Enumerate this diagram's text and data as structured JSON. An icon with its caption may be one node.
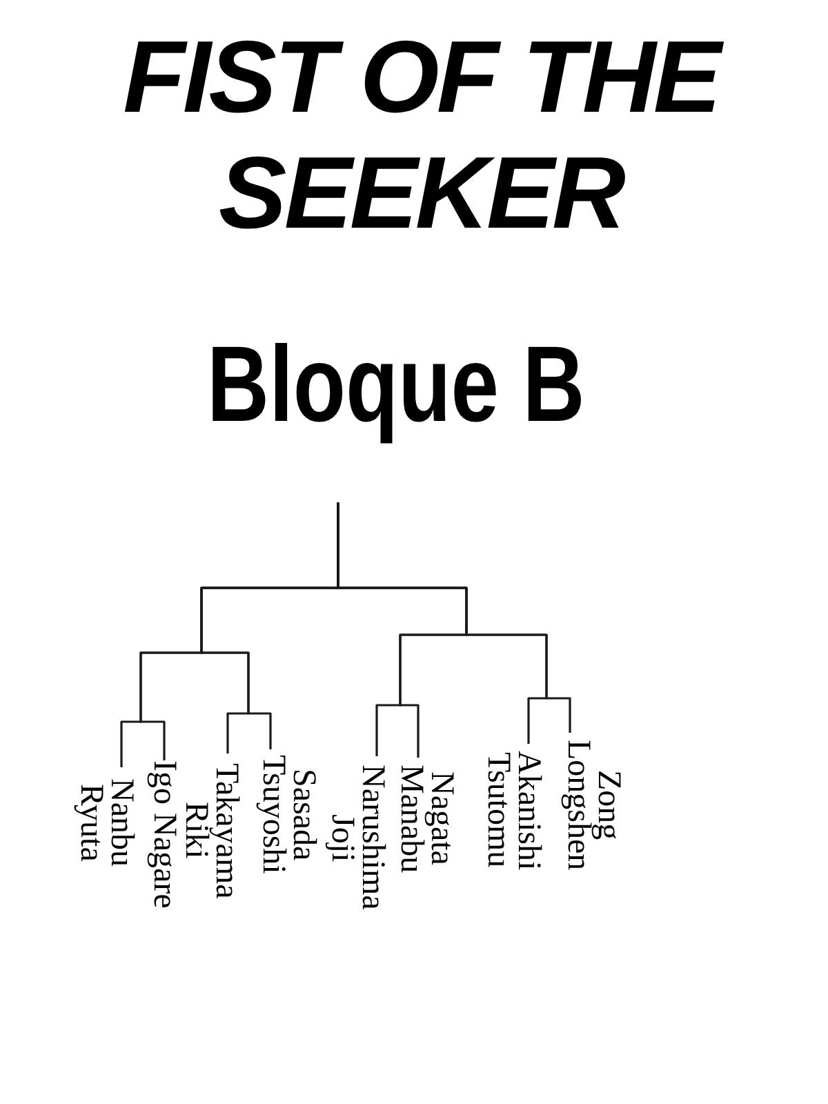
{
  "diagram": {
    "title": "FIST OF THE SEEKER",
    "nodes": [
      {
        "text": [
          "Nanbu Ryuta"
        ]
      },
      {
        "text": [
          "Igo Nagare"
        ]
      },
      {
        "text": [
          "Takayama Riki"
        ]
      },
      {
        "text": [
          "Sasada Tsuyoshi"
        ]
      },
      {
        "text": [
          "Narushima Joji"
        ]
      },
      {
        "text": [
          "Nagata Manabu"
        ]
      },
      {
        "text": [
          "Akanishi Tsutomu"
        ]
      },
      {
        "text": [
          "Zong Longshen"
        ]
      }
    ],
    "edges": [
      {
        "from": 0,
        "to": null,
        "arrow": "none"
      },
      {
        "from": 1,
        "to": null,
        "arrow": "none"
      },
      {
        "from": 2,
        "to": null,
        "arrow": "none"
      },
      {
        "from": 3,
        "to": null,
        "arrow": "none"
      },
      {
        "from": 4,
        "to": null,
        "arrow": "none"
      },
      {
        "from": 5,
        "to": null,
        "arrow": "none"
      },
      {
        "from": 6,
        "to": null,
        "arrow": "none"
      },
      {
        "from": 7,
        "to": null,
        "arrow": "none"
      }
    ],
    "labels": [
      "Bloque B"
    ]
  }
}
